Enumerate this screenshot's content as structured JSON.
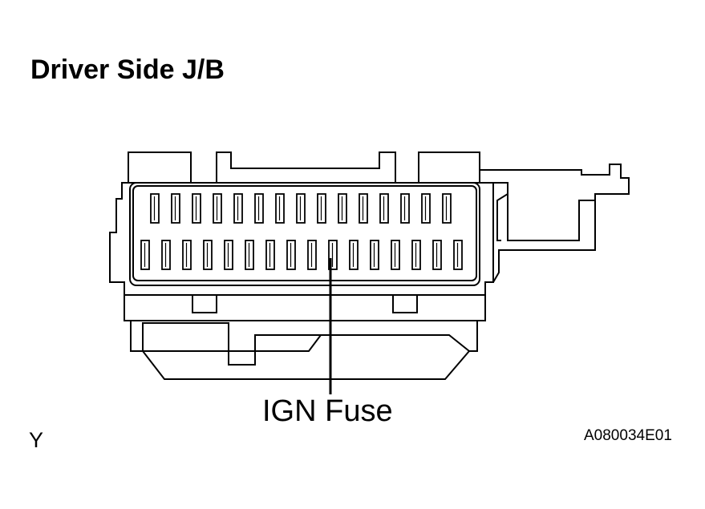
{
  "title": "Driver Side J/B",
  "callout_label": "IGN Fuse",
  "corner_letter": "Y",
  "figure_id": "A080034E01",
  "upper_row_fuse_count": 15,
  "lower_row_fuse_count": 16,
  "highlighted_lower_fuse_number": 10
}
